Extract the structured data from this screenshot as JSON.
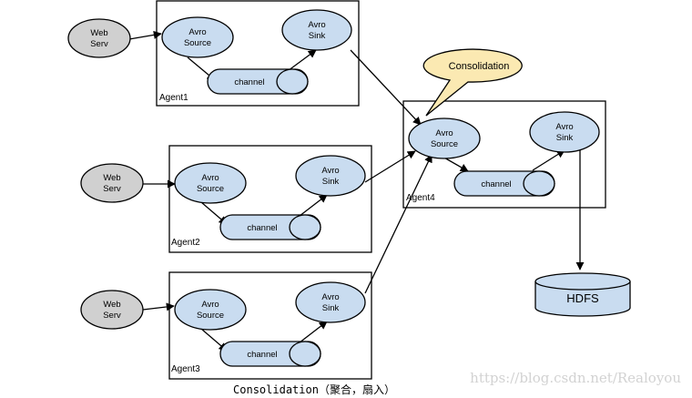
{
  "colors": {
    "component_fill": "#c9dcf0",
    "web_serv_fill": "#d0d0d0",
    "callout_fill": "#fbe9b2",
    "stroke": "#000000"
  },
  "web_servers": [
    {
      "line1": "Web",
      "line2": "Serv"
    },
    {
      "line1": "Web",
      "line2": "Serv"
    },
    {
      "line1": "Web",
      "line2": "Serv"
    }
  ],
  "agents": [
    {
      "label": "Agent1",
      "source_line1": "Avro",
      "source_line2": "Source",
      "sink_line1": "Avro",
      "sink_line2": "Sink",
      "channel": "channel"
    },
    {
      "label": "Agent2",
      "source_line1": "Avro",
      "source_line2": "Source",
      "sink_line1": "Avro",
      "sink_line2": "Sink",
      "channel": "channel"
    },
    {
      "label": "Agent3",
      "source_line1": "Avro",
      "source_line2": "Source",
      "sink_line1": "Avro",
      "sink_line2": "Sink",
      "channel": "channel"
    },
    {
      "label": "Agent4",
      "source_line1": "Avro",
      "source_line2": "Source",
      "sink_line1": "Avro",
      "sink_line2": "Sink",
      "channel": "channel"
    }
  ],
  "callout": "Consolidation",
  "storage": "HDFS",
  "caption": "Consolidation（聚合，扇入）",
  "watermark": "https://blog.csdn.net/Realoyou"
}
